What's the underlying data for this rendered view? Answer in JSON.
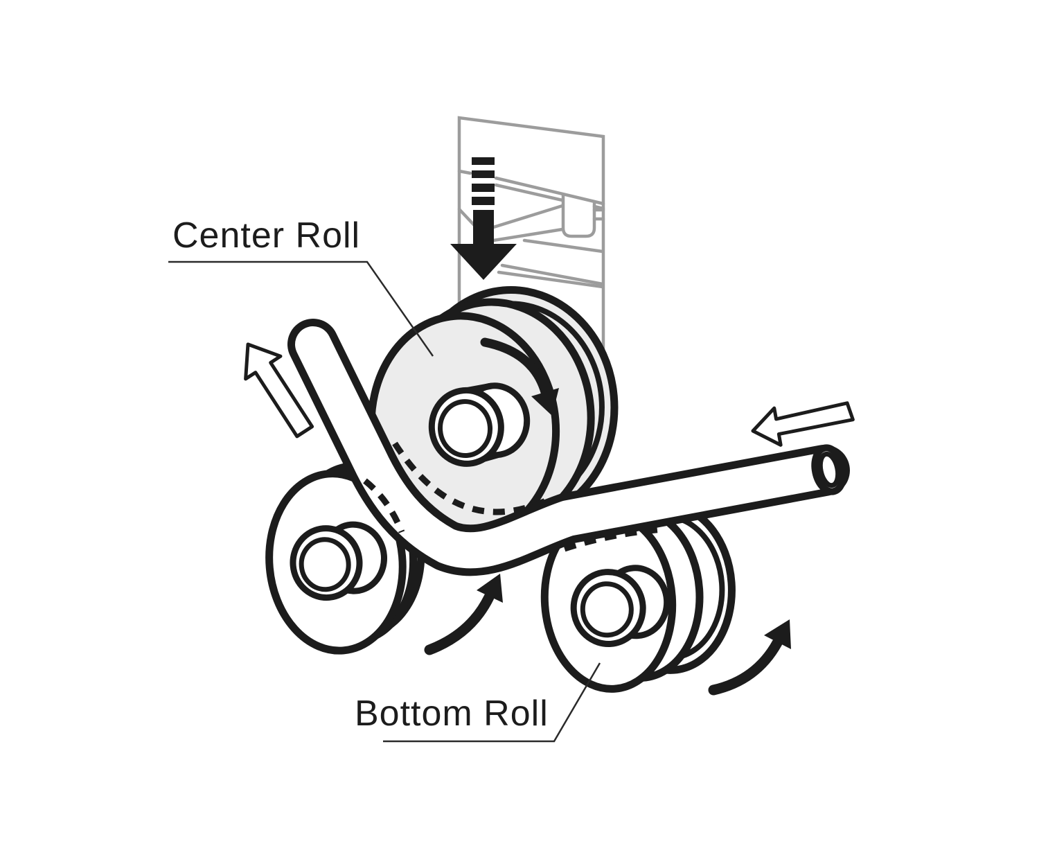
{
  "diagram": {
    "type": "technical-illustration",
    "subject": "pipe bending machine rolls",
    "labels": {
      "center_roll": "Center Roll",
      "bottom_roll": "Bottom Roll"
    },
    "components": [
      {
        "name": "press-frame",
        "description": "gray perspective frame of hydraulic press head"
      },
      {
        "name": "press-down-arrow",
        "description": "black segmented arrow pointing down onto center roll"
      },
      {
        "name": "center-roll",
        "description": "large gray grooved roll with hub and clockwise rotation arrow"
      },
      {
        "name": "bottom-roll-left",
        "description": "white grooved roll lower left with counterclockwise rotation arrow"
      },
      {
        "name": "bottom-roll-right",
        "description": "white grooved roll lower right with counterclockwise rotation arrow"
      },
      {
        "name": "pipe",
        "description": "tube entering from right, bent upward around center roll, exiting upper left"
      }
    ],
    "arrows": [
      {
        "name": "pipe-feed-arrow",
        "direction": "left",
        "style": "white outline"
      },
      {
        "name": "pipe-exit-arrow",
        "direction": "up-left",
        "style": "white outline"
      },
      {
        "name": "press-force-arrow",
        "direction": "down",
        "style": "black segmented"
      },
      {
        "name": "center-roll-rotation",
        "direction": "clockwise",
        "style": "black curved"
      },
      {
        "name": "bottom-roll-left-rotation",
        "direction": "counterclockwise",
        "style": "black curved"
      },
      {
        "name": "bottom-roll-right-rotation",
        "direction": "counterclockwise",
        "style": "black curved"
      }
    ],
    "colors": {
      "ink": "#1c1c1c",
      "frame_gray": "#9c9c9c",
      "roll_fill": "#ececec",
      "background": "#ffffff"
    }
  }
}
